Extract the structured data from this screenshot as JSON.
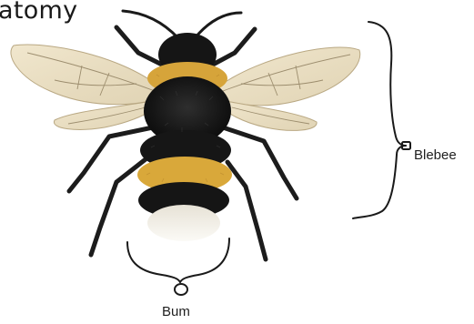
{
  "title": "atomy",
  "labels": {
    "blebee": "Blebee",
    "bum": "Bum"
  },
  "colors": {
    "body_black": "#141414",
    "stripe_yellow": "#d9a83a",
    "tail_white": "#f2efe8",
    "wing": "#e8dcc0",
    "wing_vein": "#8a7a5a",
    "annotation": "#1a1a1a"
  }
}
